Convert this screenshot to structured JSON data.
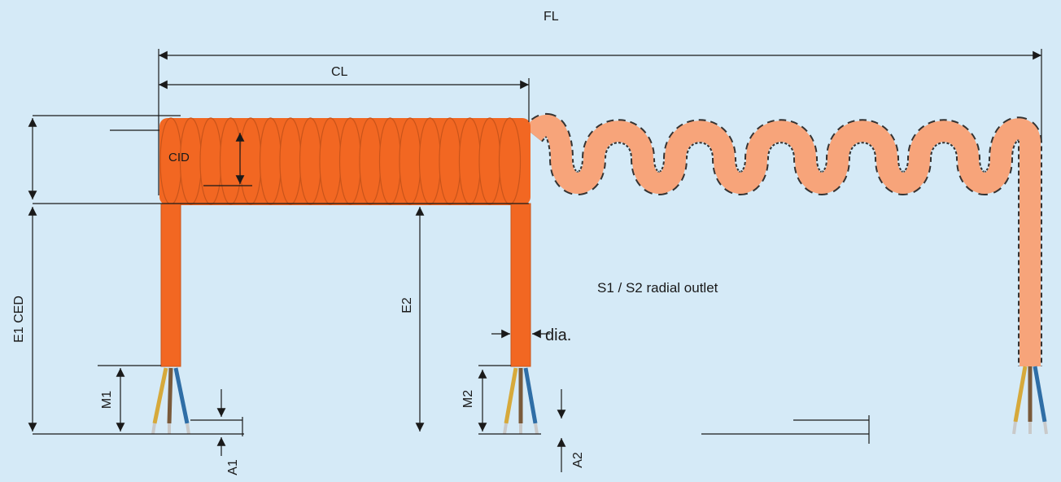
{
  "labels": {
    "fl": "FL",
    "cl": "CL",
    "cid": "CID",
    "e1_ced": "E1 CED",
    "e2": "E2",
    "m1": "M1",
    "m2": "M2",
    "a1": "A1",
    "a2": "A2",
    "dia": "dia.",
    "outlet": "S1 / S2 radial outlet"
  },
  "colors": {
    "background": "#d5eaf7",
    "cable": "#f26722",
    "cable_outline": "#c9541a",
    "stretched_cable": "#f7a47a",
    "wire_yellow": "#d6a93b",
    "wire_brown": "#7a5a3a",
    "wire_blue": "#2f6ea6",
    "wire_tip": "#c9c9c9",
    "dimension_line": "#1a1a1a"
  }
}
